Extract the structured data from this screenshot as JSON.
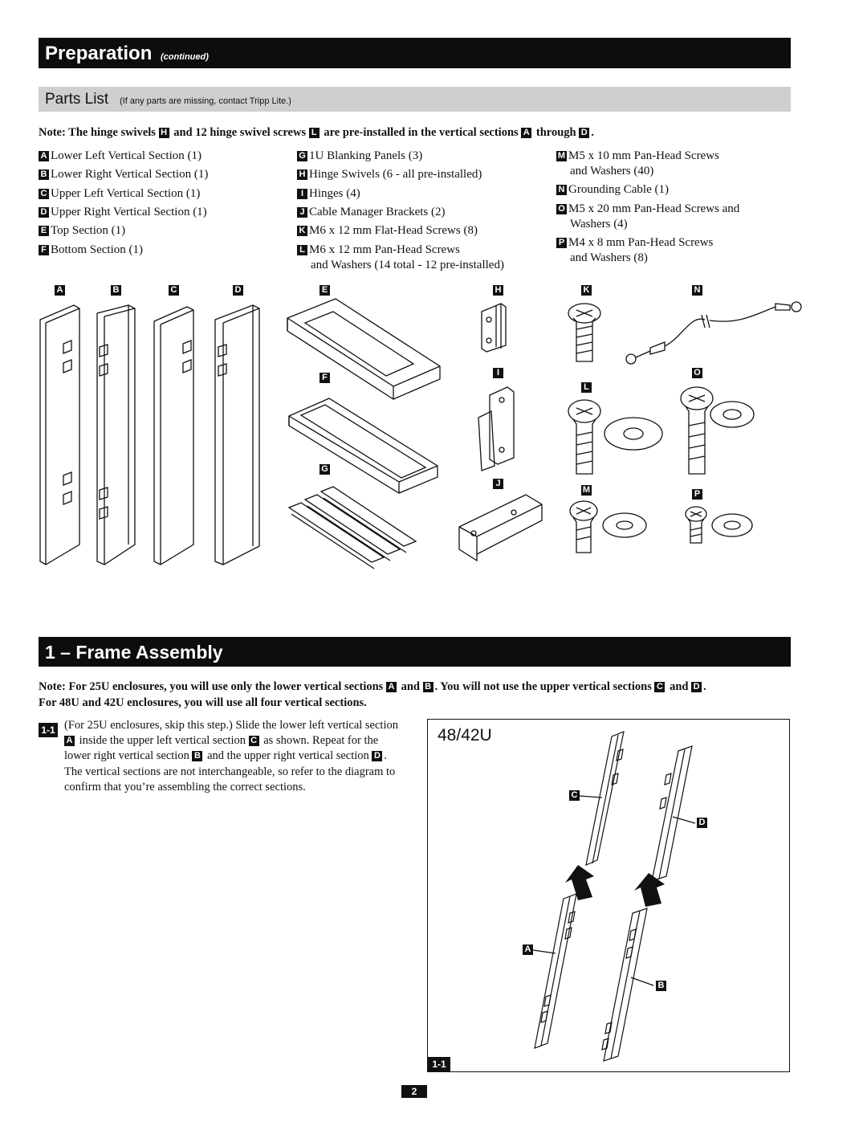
{
  "header": {
    "title": "Preparation",
    "title_suffix": "(continued)"
  },
  "parts_header": {
    "title": "Parts List",
    "subtitle": "(If any parts are missing, contact Tripp Lite.)"
  },
  "note1": {
    "p1": "Note: The hinge swivels ",
    "b1": "H",
    "p2": " and 12 hinge swivel screws ",
    "b2": "L",
    "p3": " are pre-installed in the vertical sections ",
    "b3": "A",
    "p4": " through ",
    "b4": "D",
    "p5": "."
  },
  "parts": {
    "col1": [
      {
        "letter": "A",
        "text": "Lower Left Vertical Section (1)"
      },
      {
        "letter": "B",
        "text": "Lower Right Vertical Section (1)"
      },
      {
        "letter": "C",
        "text": "Upper Left Vertical Section (1)"
      },
      {
        "letter": "D",
        "text": "Upper Right Vertical Section (1)"
      },
      {
        "letter": "E",
        "text": "Top Section (1)"
      },
      {
        "letter": "F",
        "text": "Bottom Section (1)"
      }
    ],
    "col2": [
      {
        "letter": "G",
        "text": "1U Blanking Panels (3)"
      },
      {
        "letter": "H",
        "text": "Hinge Swivels (6 - all pre-installed)"
      },
      {
        "letter": "I",
        "text": "Hinges (4)"
      },
      {
        "letter": "J",
        "text": "Cable Manager Brackets (2)"
      },
      {
        "letter": "K",
        "text": "M6 x 12 mm Flat-Head Screws (8)"
      },
      {
        "letter": "L",
        "text": "M6 x 12 mm Pan-Head Screws",
        "text2": "and Washers (14 total - 12 pre-installed)"
      }
    ],
    "col3": [
      {
        "letter": "M",
        "text": "M5 x 10 mm Pan-Head Screws",
        "text2": "and Washers (40)"
      },
      {
        "letter": "N",
        "text": "Grounding Cable (1)"
      },
      {
        "letter": "O",
        "text": "M5 x 20 mm Pan-Head Screws and",
        "text2": "Washers (4)"
      },
      {
        "letter": "P",
        "text": "M4 x 8 mm Pan-Head Screws",
        "text2": "and Washers (8)"
      }
    ]
  },
  "illustration_labels": {
    "A": "A",
    "B": "B",
    "C": "C",
    "D": "D",
    "E": "E",
    "F": "F",
    "G": "G",
    "H": "H",
    "I": "I",
    "J": "J",
    "K": "K",
    "L": "L",
    "M": "M",
    "N": "N",
    "O": "O",
    "P": "P"
  },
  "section": {
    "title": "1 – Frame Assembly"
  },
  "note2": {
    "p1": "Note: For 25U enclosures, you will use only the lower vertical sections ",
    "b1": "A",
    "p2": " and ",
    "b2": "B",
    "p3": ".  You will not use the upper vertical sections ",
    "b3": "C",
    "p4": " and ",
    "b4": "D",
    "p5": ".",
    "line2": "For 48U and 42U enclosures, you will use all four vertical sections."
  },
  "step": {
    "number": "1-1",
    "t1": "(For 25U enclosures, skip this step.) Slide the lower left vertical section ",
    "b1": "A",
    "t2": " inside the upper left vertical section ",
    "b2": "C",
    "t3": " as shown. Repeat for the lower right vertical section ",
    "b3": "B",
    "t4": " and the upper right vertical section ",
    "b4": "D",
    "t5": ". The vertical sections are not interchangeable, so refer to the diagram to confirm that you’re assembling the correct sections."
  },
  "diagram": {
    "title": "48/42U",
    "step_label": "1-1",
    "labels": {
      "C": "C",
      "D": "D",
      "A": "A",
      "B": "B"
    }
  },
  "page_number": "2"
}
